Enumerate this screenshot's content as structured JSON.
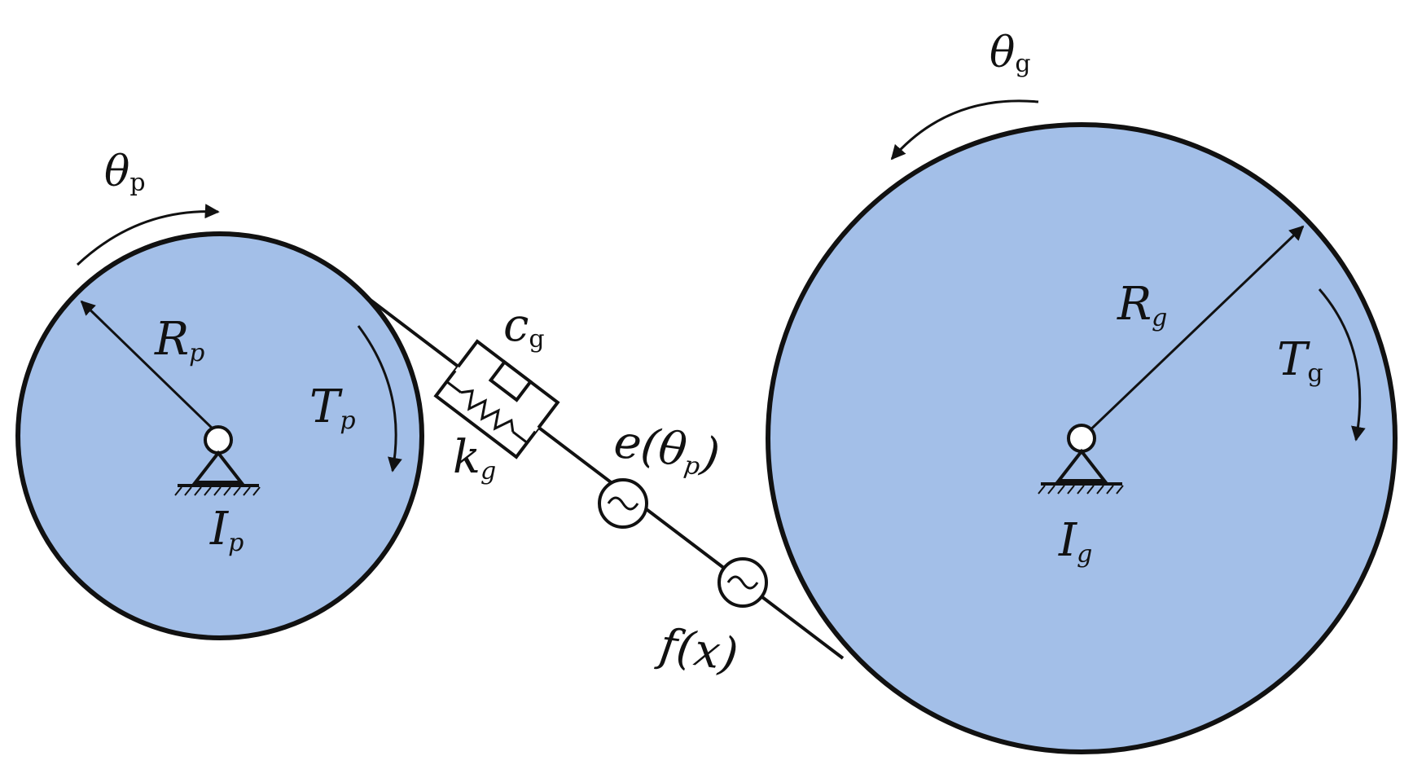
{
  "colors": {
    "gear_fill": "#a3bfe8",
    "stroke": "#111111",
    "background": "#ffffff"
  },
  "labels": {
    "theta_p": {
      "main": "θ",
      "sub": "p"
    },
    "theta_g": {
      "main": "θ",
      "sub": "g"
    },
    "R_p": {
      "main": "R",
      "sub": "p"
    },
    "R_g": {
      "main": "R",
      "sub": "g"
    },
    "T_p": {
      "main": "T",
      "sub": "p"
    },
    "T_g": {
      "main": "T",
      "sub": "g"
    },
    "I_p": {
      "main": "I",
      "sub": "p"
    },
    "I_g": {
      "main": "I",
      "sub": "g"
    },
    "c_g": {
      "main": "c",
      "sub": "g"
    },
    "k_g": {
      "main": "k",
      "sub": "g"
    },
    "e_theta_p": {
      "pre": "e(",
      "main": "θ",
      "sub": "p",
      "post": ")"
    },
    "f_x": {
      "text": "f(x)"
    }
  }
}
